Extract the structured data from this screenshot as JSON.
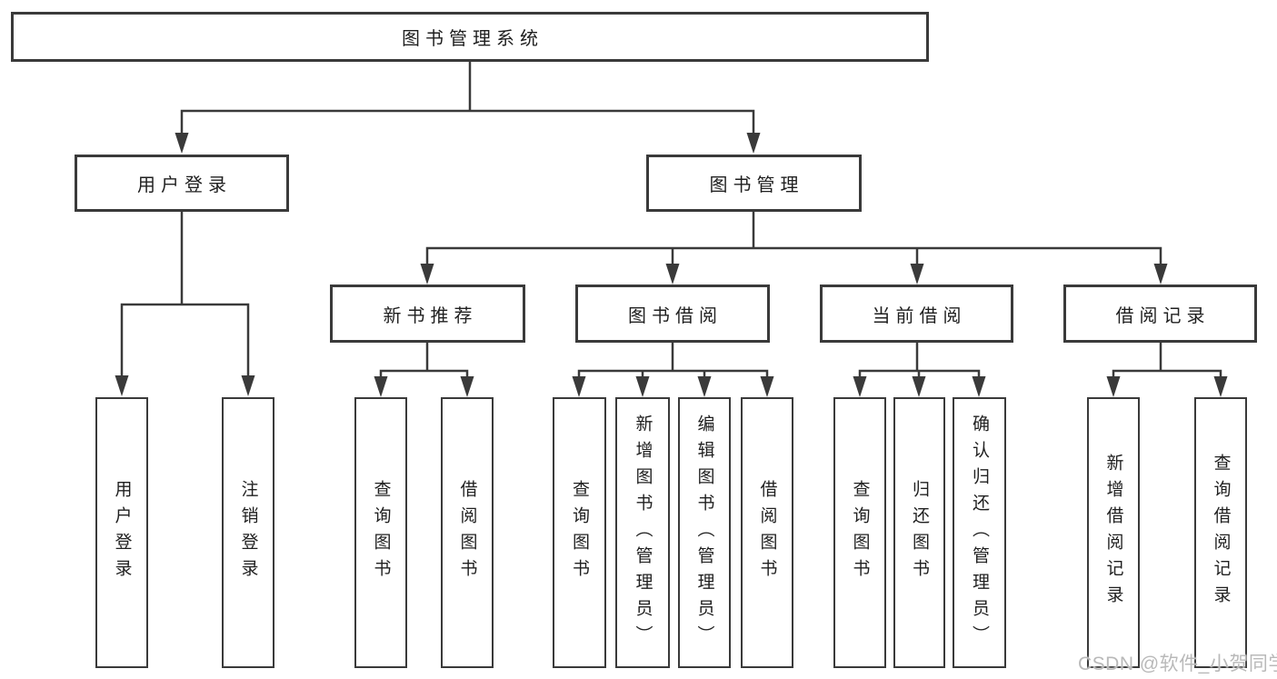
{
  "diagram": {
    "root": {
      "label": "图书管理系统"
    },
    "level2": [
      {
        "label": "用户登录"
      },
      {
        "label": "图书管理"
      }
    ],
    "level3": [
      {
        "label": "新书推荐"
      },
      {
        "label": "图书借阅"
      },
      {
        "label": "当前借阅"
      },
      {
        "label": "借阅记录"
      }
    ],
    "leaves": {
      "user_login": [
        "用户登录",
        "注销登录"
      ],
      "new_book": [
        "查询图书",
        "借阅图书"
      ],
      "book_borrow": [
        "查询图书",
        "新增图书（管理员）",
        "编辑图书（管理员）",
        "借阅图书"
      ],
      "current_borrow": [
        "查询图书",
        "归还图书",
        "确认归还（管理员）"
      ],
      "borrow_record": [
        "新增借阅记录",
        "查询借阅记录"
      ]
    },
    "line_color": "#3a3a3a"
  },
  "watermark": {
    "text": "CSDN @软件_小贺同学",
    "color": "#b9b9b9"
  }
}
